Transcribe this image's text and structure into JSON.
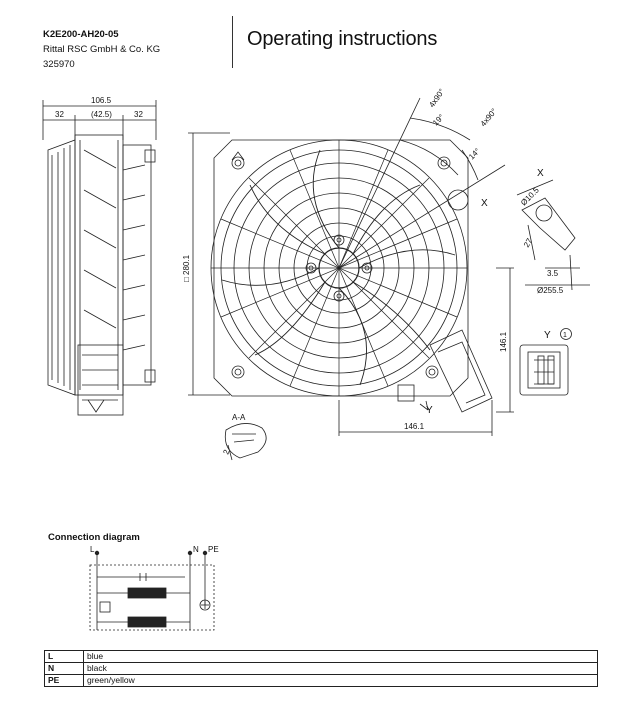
{
  "header": {
    "model": "K2E200-AH20-05",
    "company": "Rittal RSC GmbH & Co. KG",
    "part_number": "325970",
    "title": "Operating instructions"
  },
  "drawing": {
    "side_dims": {
      "overall": "106.5",
      "left": "32",
      "middle": "(42.5)",
      "right": "32"
    },
    "front_dims": {
      "square": "□ 280.1",
      "box_height": "146.1",
      "box_width": "146.1",
      "angle_4x90_a": "4x90°",
      "angle_4x90_b": "4x90°",
      "angle_19": "19°",
      "angle_14": "14°",
      "marker_x": "X",
      "marker_y": "Y"
    },
    "detail_x": {
      "label": "X",
      "d1": "Ø10.5",
      "d2": "27",
      "d3": "3.5",
      "d4": "Ø255.5"
    },
    "detail_y": {
      "label": "Y",
      "circled": "1"
    },
    "section_aa": {
      "label": "A-A",
      "value": "2"
    }
  },
  "connection": {
    "title": "Connection diagram",
    "terminals": [
      "L",
      "N",
      "PE"
    ]
  },
  "wires": [
    {
      "code": "L",
      "color": "blue"
    },
    {
      "code": "N",
      "color": "black"
    },
    {
      "code": "PE",
      "color": "green/yellow"
    }
  ]
}
